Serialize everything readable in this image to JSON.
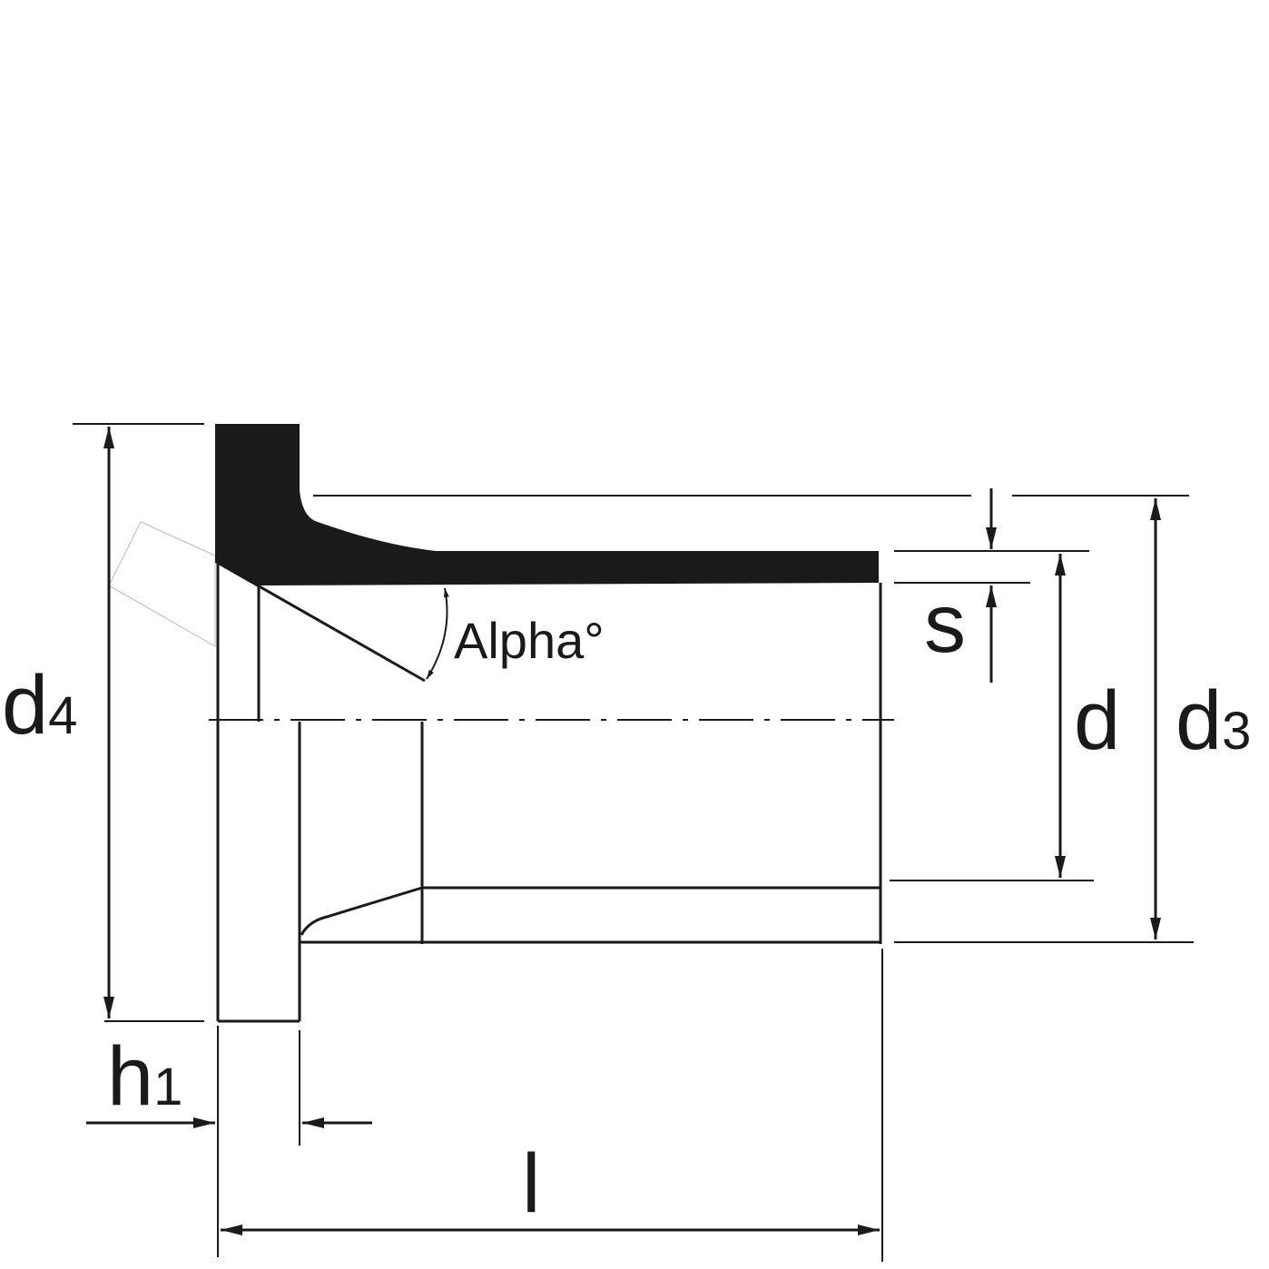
{
  "diagram": {
    "labels": {
      "d4_main": "d",
      "d4_sub": "4",
      "h1_main": "h",
      "h1_sub": "1",
      "l": "l",
      "alpha": "Alpha°",
      "s": "s",
      "d": "d",
      "d3_main": "d",
      "d3_sub": "3"
    },
    "colors": {
      "ink": "#1a1a1a",
      "ghost": "#bbbbbb"
    }
  }
}
